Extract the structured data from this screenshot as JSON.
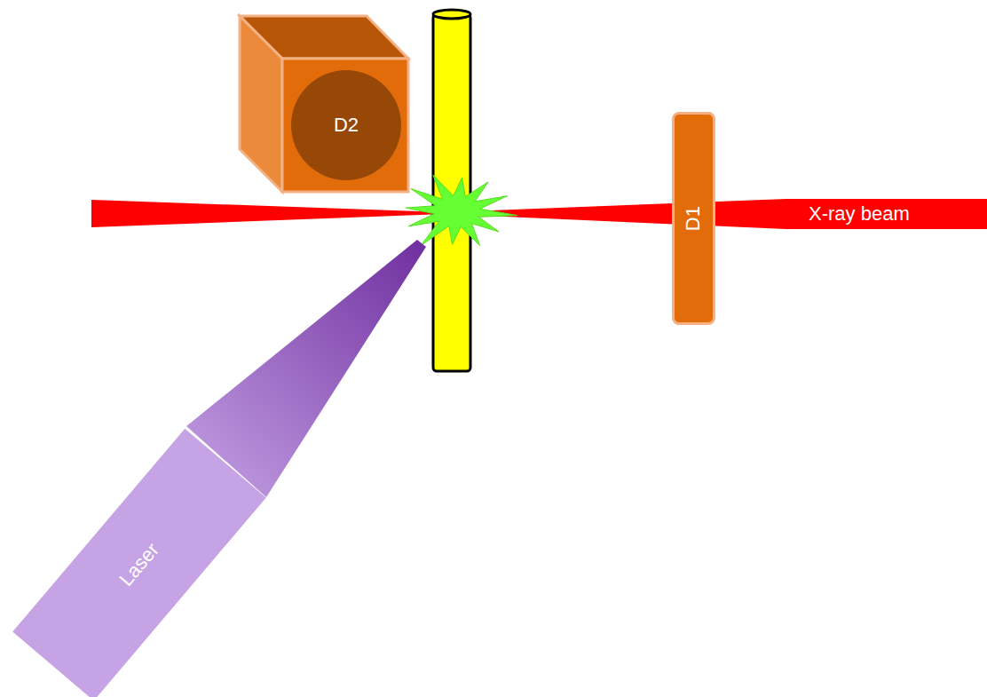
{
  "diagram": {
    "nodes": [
      {
        "text": [
          "D2"
        ]
      },
      {
        "text": [
          "X-ray beam"
        ]
      },
      {
        "text": [
          "D1"
        ]
      },
      {
        "text": [
          "Laser"
        ]
      }
    ]
  }
}
